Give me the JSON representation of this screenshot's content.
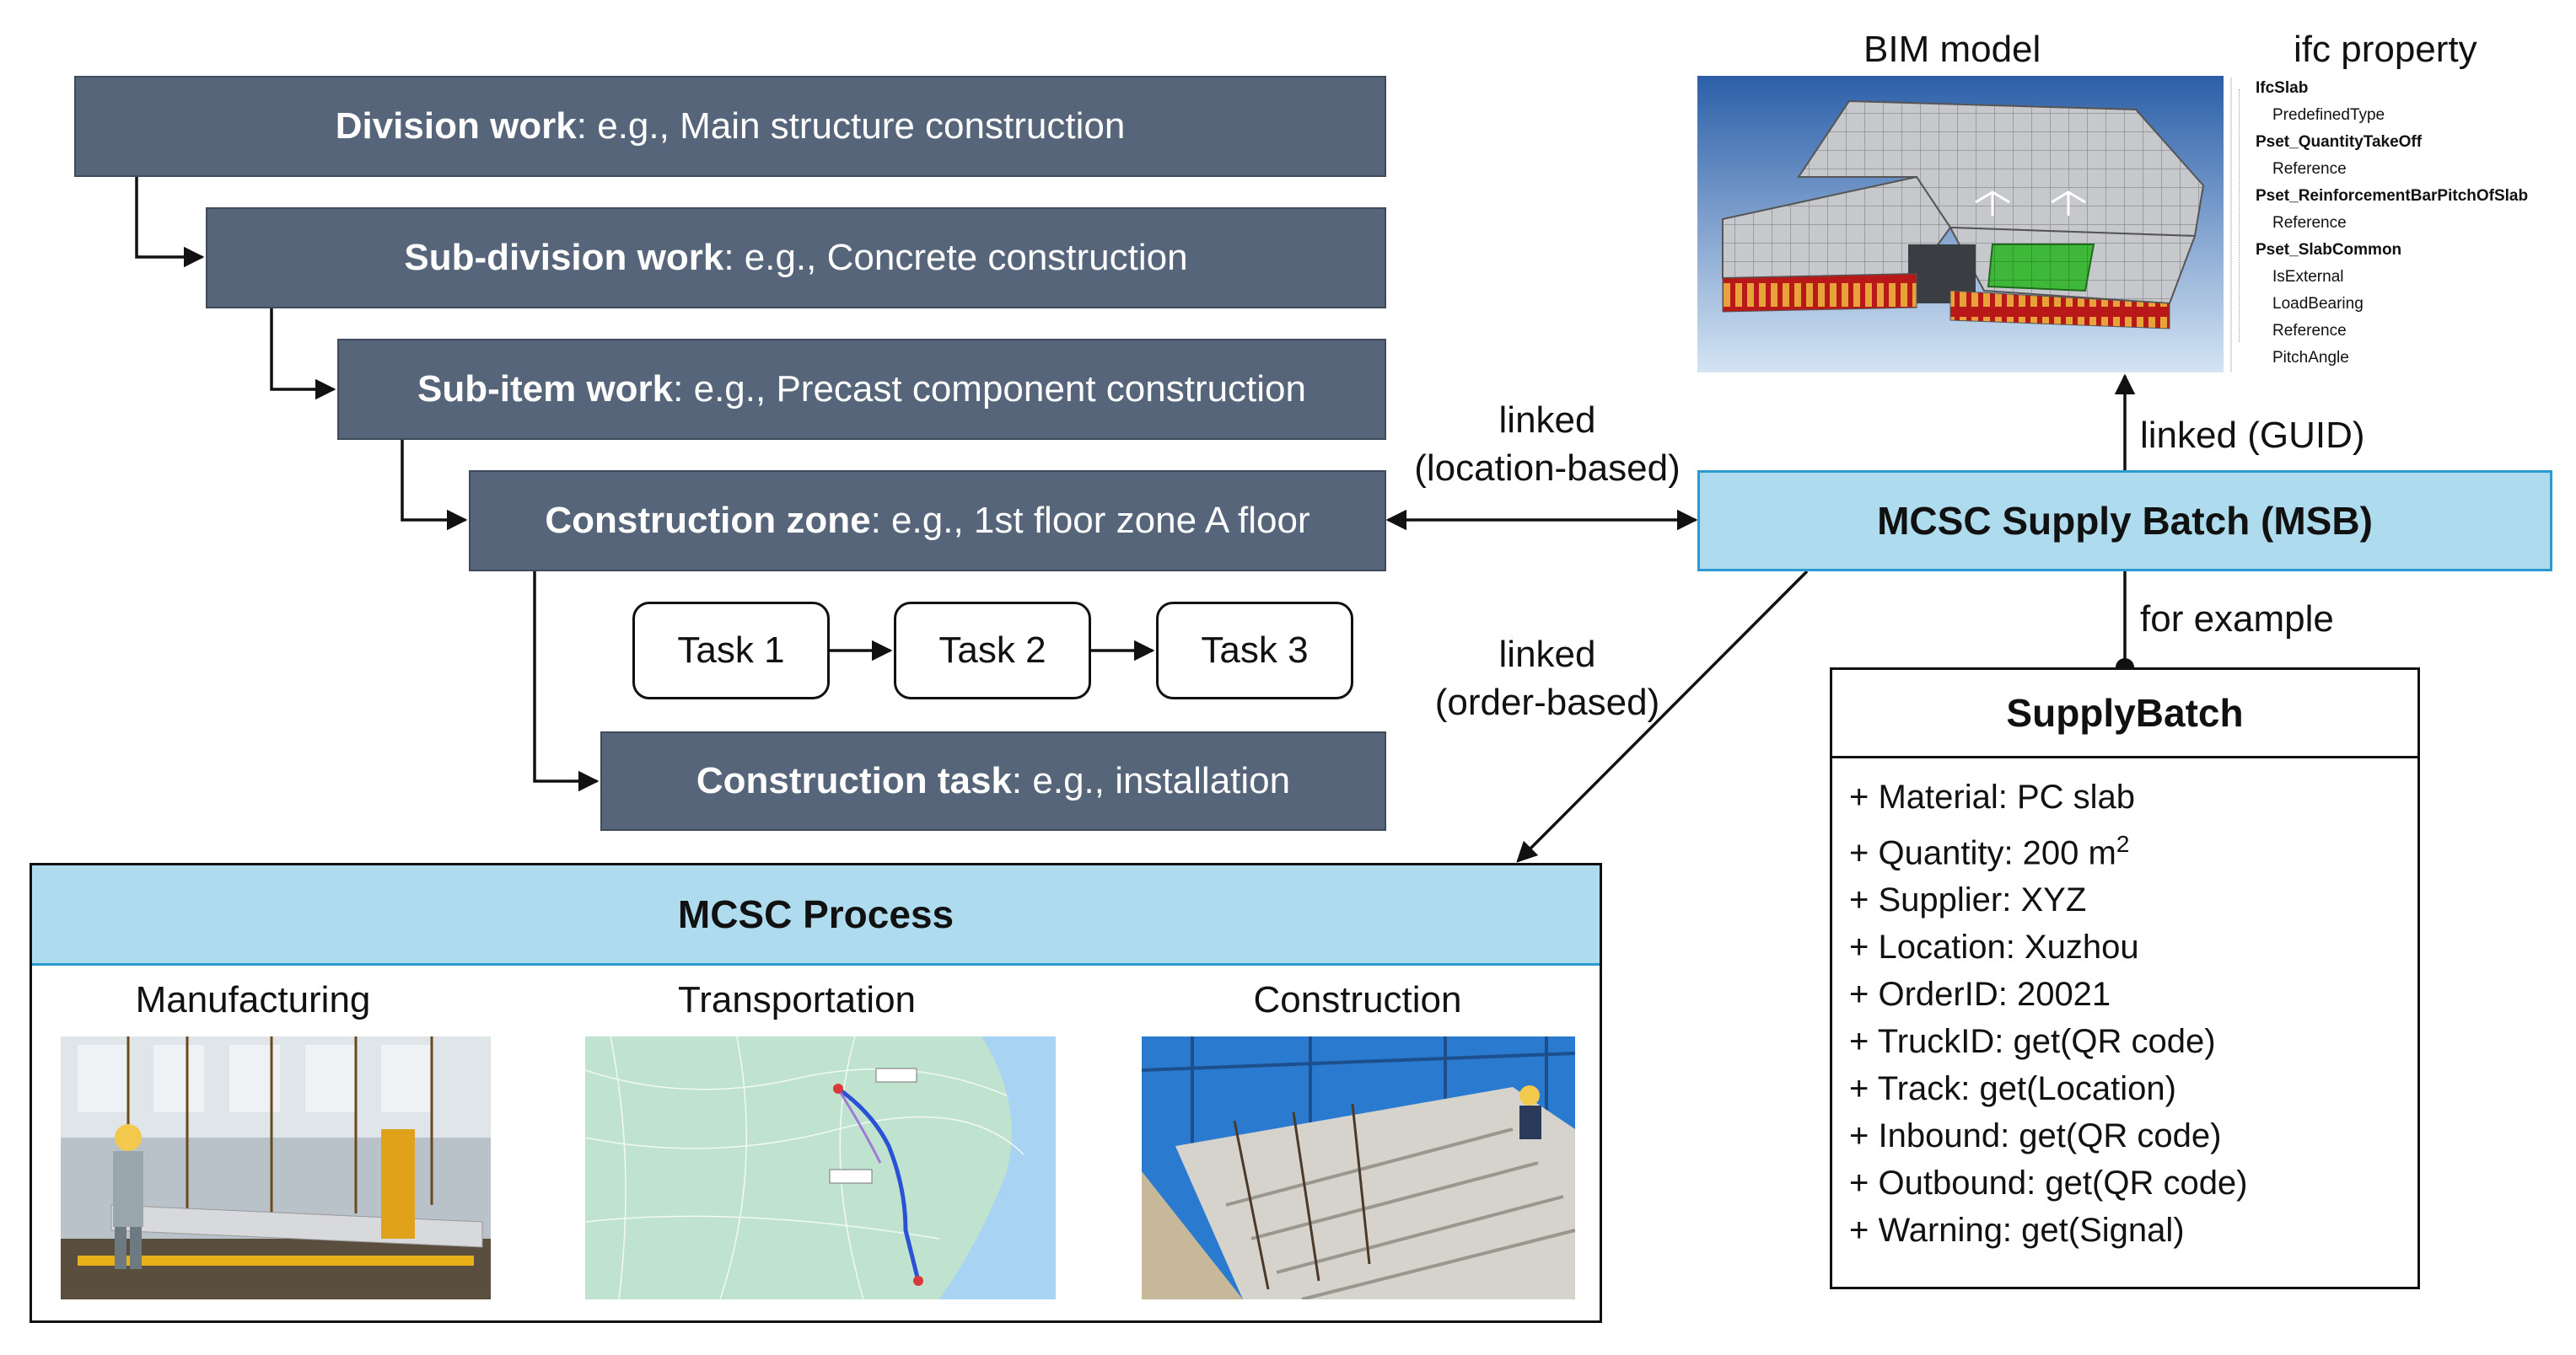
{
  "hierarchy": {
    "division": {
      "term": "Division work",
      "example": ": e.g., Main structure construction"
    },
    "subdivision": {
      "term": "Sub-division work",
      "example": ": e.g., Concrete construction"
    },
    "subitem": {
      "term": "Sub-item work",
      "example": ": e.g., Precast component construction"
    },
    "zone": {
      "term": "Construction zone",
      "example": ": e.g., 1st floor zone A floor"
    },
    "task": {
      "term": "Construction task",
      "example": ": e.g., installation"
    }
  },
  "tasks": [
    "Task 1",
    "Task 2",
    "Task 3"
  ],
  "links": {
    "location": [
      "linked",
      "(location-based)"
    ],
    "order": [
      "linked",
      "(order-based)"
    ],
    "guid": "linked (GUID)",
    "example": "for example"
  },
  "msb_label": "MCSC Supply Batch (MSB)",
  "bim": {
    "model_label": "BIM model",
    "ifc_label": "ifc property",
    "tree": [
      {
        "text": "IfcSlab",
        "bold": true,
        "level": 0
      },
      {
        "text": "PredefinedType",
        "bold": false,
        "level": 1
      },
      {
        "text": "Pset_QuantityTakeOff",
        "bold": true,
        "level": 0
      },
      {
        "text": "Reference",
        "bold": false,
        "level": 1
      },
      {
        "text": "Pset_ReinforcementBarPitchOfSlab",
        "bold": true,
        "level": 0
      },
      {
        "text": "Reference",
        "bold": false,
        "level": 1
      },
      {
        "text": "Pset_SlabCommon",
        "bold": true,
        "level": 0
      },
      {
        "text": "IsExternal",
        "bold": false,
        "level": 1
      },
      {
        "text": "LoadBearing",
        "bold": false,
        "level": 1
      },
      {
        "text": "Reference",
        "bold": false,
        "level": 1
      },
      {
        "text": "PitchAngle",
        "bold": false,
        "level": 1
      }
    ]
  },
  "supply_batch": {
    "title": "SupplyBatch",
    "attributes": [
      "+ Material: PC slab",
      "+ Quantity: 200 m",
      "+ Supplier: XYZ",
      "+ Location: Xuzhou",
      "+ OrderID: 20021",
      "+ TruckID: get(QR code)",
      "+ Track: get(Location)",
      "+ Inbound: get(QR code)",
      "+ Outbound: get(QR code)",
      "+ Warning: get(Signal)"
    ],
    "quantity_sup": "2"
  },
  "process": {
    "title": "MCSC Process",
    "stages": [
      "Manufacturing",
      "Transportation",
      "Construction"
    ]
  },
  "colors": {
    "hier_fill": "#56657a",
    "light_blue": "#aedcee",
    "blue_border": "#2a9bd0"
  }
}
